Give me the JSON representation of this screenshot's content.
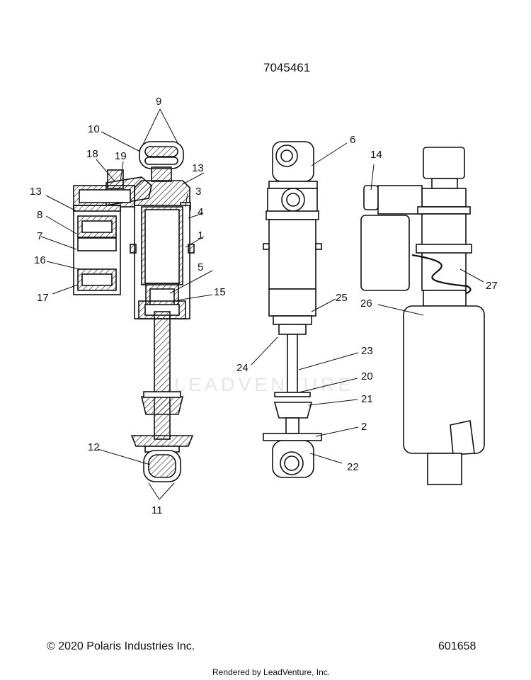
{
  "header": {
    "part_number": "7045461"
  },
  "footer": {
    "copyright": "© 2020 Polaris Industries Inc.",
    "reference_number": "601658",
    "rendered_by": "Rendered by LeadVenture, Inc."
  },
  "watermark": {
    "text": "LEADVENTURE"
  },
  "callouts": {
    "c1": "1",
    "c2": "2",
    "c3": "3",
    "c4": "4",
    "c5": "5",
    "c6": "6",
    "c7": "7",
    "c8": "8",
    "c9": "9",
    "c10": "10",
    "c11": "11",
    "c12": "12",
    "c13a": "13",
    "c13b": "13",
    "c14": "14",
    "c15": "15",
    "c16": "16",
    "c17": "17",
    "c18": "18",
    "c19": "19",
    "c20": "20",
    "c21": "21",
    "c22": "22",
    "c23": "23",
    "c24": "24",
    "c25": "25",
    "c26": "26",
    "c27": "27"
  }
}
